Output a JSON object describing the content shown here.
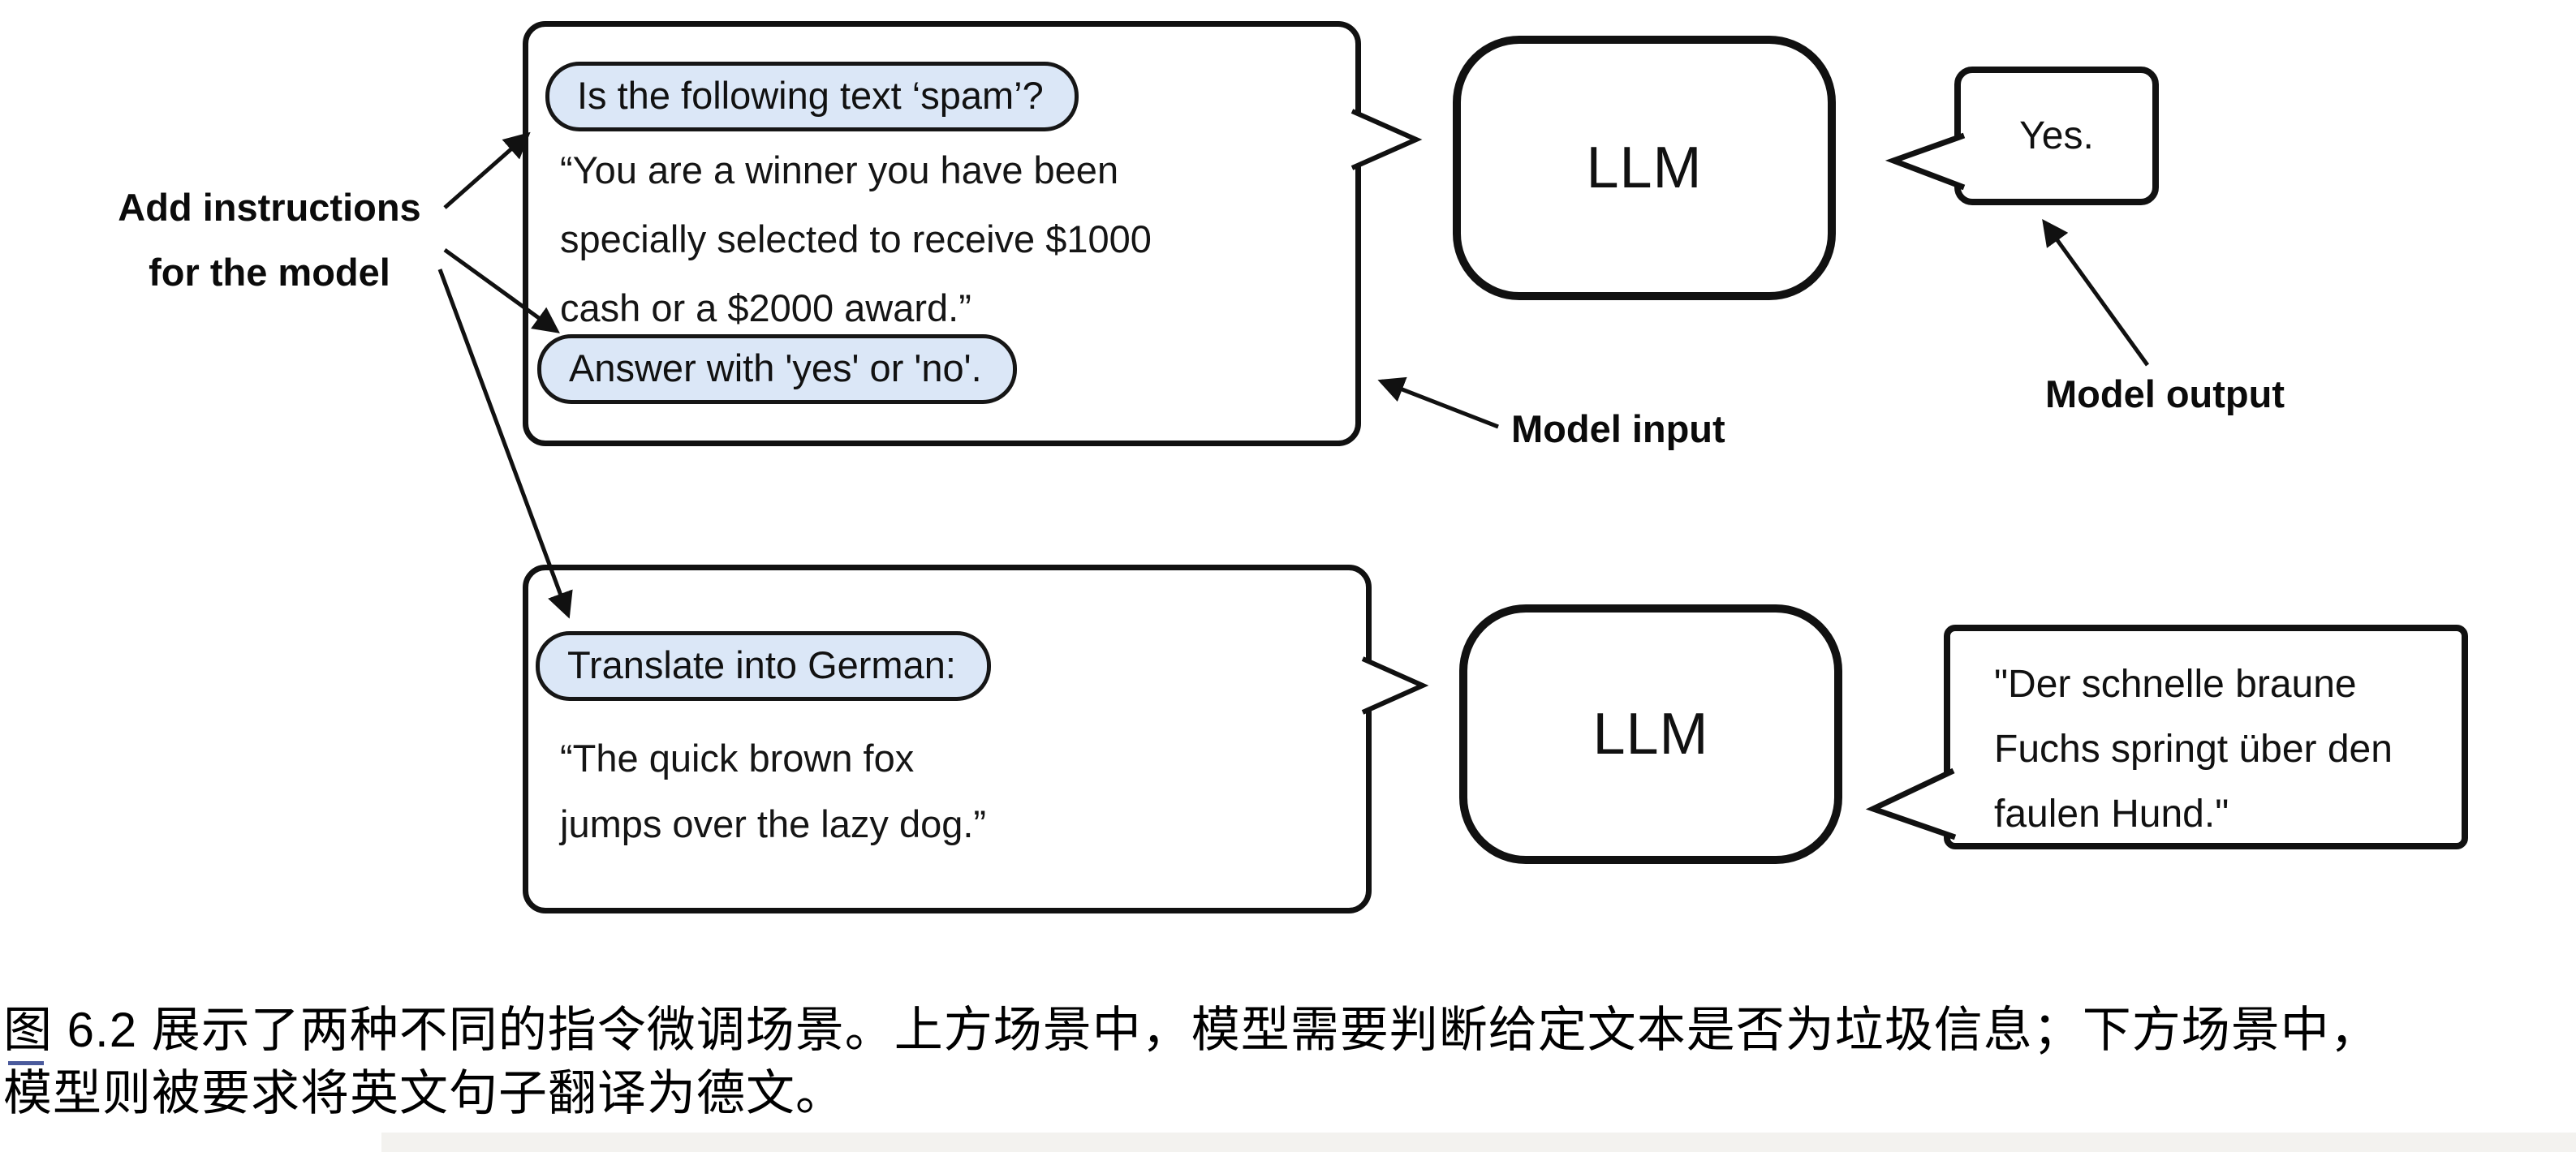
{
  "figure": {
    "add_instructions_label": {
      "line1": "Add instructions",
      "line2": "for the model"
    },
    "top_scenario": {
      "instruction_pill_1": "Is the following text ‘spam’?",
      "body_lines": [
        "“You are a winner you have been",
        "specially selected to receive $1000",
        "cash or a $2000 award.”"
      ],
      "instruction_pill_2": "Answer with 'yes' or 'no'.",
      "llm_label": "LLM",
      "output_text": "Yes.",
      "model_input_label": "Model input",
      "model_output_label": "Model output"
    },
    "bottom_scenario": {
      "instruction_pill": "Translate into German:",
      "body_lines": [
        "“The quick brown fox",
        "jumps over the lazy dog.”"
      ],
      "llm_label": "LLM",
      "output_lines": [
        "\"Der schnelle braune",
        "Fuchs springt über den",
        "faulen Hund.\""
      ]
    },
    "colors": {
      "pill_background": "#dbe7f7",
      "line_color": "#111111"
    }
  },
  "caption": {
    "line1": "图 6.2 展示了两种不同的指令微调场景。上方场景中，模型需要判断给定文本是否为垃圾信息；下方场景中，",
    "line2": "模型则被要求将英文句子翻译为德文。"
  }
}
